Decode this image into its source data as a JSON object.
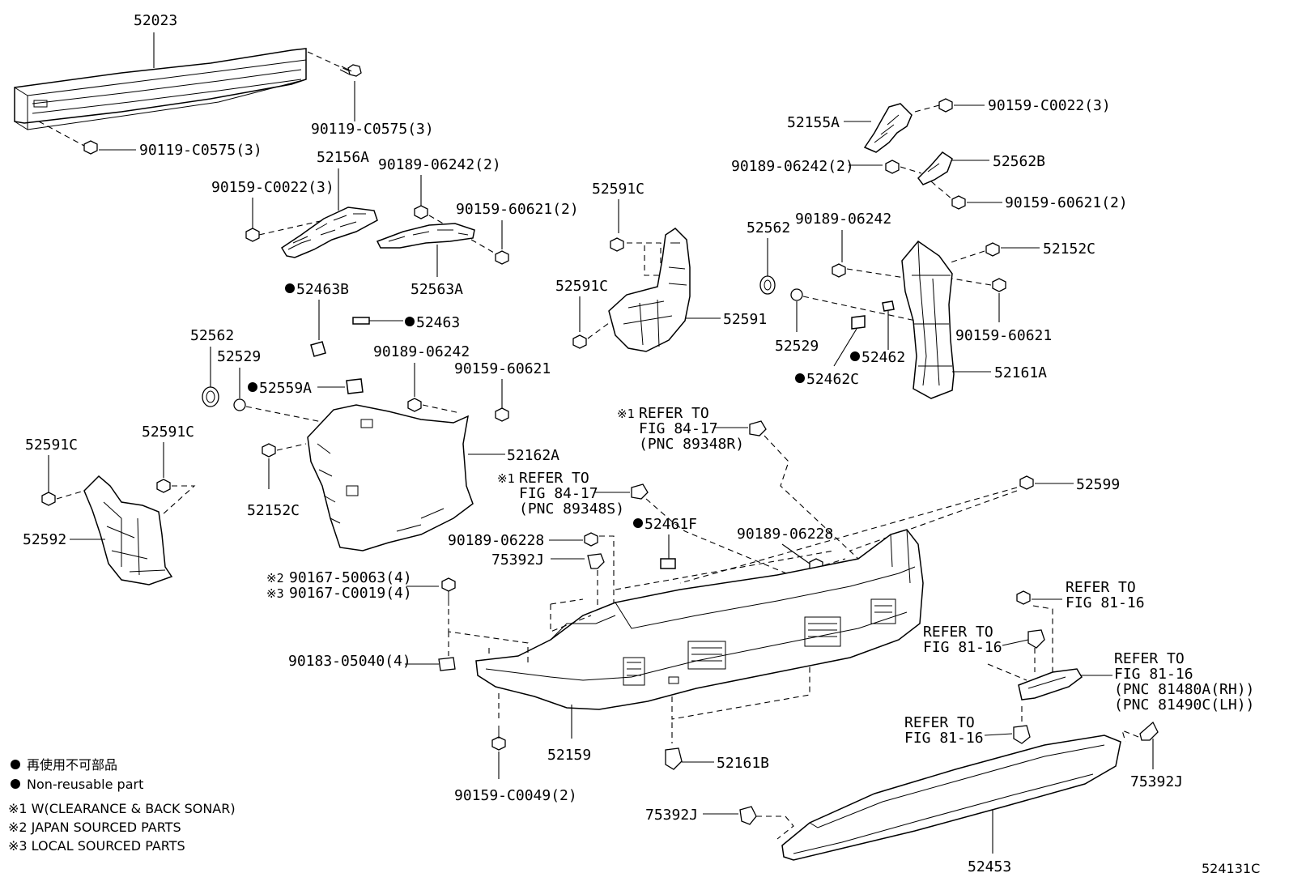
{
  "parts": {
    "p52023": "52023",
    "p90119_a": "90119-C0575(3)",
    "p90119_b": "90119-C0575(3)",
    "p52156A": "52156A",
    "p90159_C0022_l": "90159-C0022(3)",
    "p90189_06242_2l": "90189-06242(2)",
    "p90159_60621_2l": "90159-60621(2)",
    "p52563A": "52563A",
    "p52463B": "52463B",
    "p52463": "52463",
    "p52562_l": "52562",
    "p52529_l": "52529",
    "p52559A": "52559A",
    "p90189_06242_c": "90189-06242",
    "p90159_60621_c": "90159-60621",
    "p52162A": "52162A",
    "p52591C_ll": "52591C",
    "p52591C_lr": "52591C",
    "p52592": "52592",
    "p52152C_l": "52152C",
    "p52591C_m1": "52591C",
    "p52591C_m2": "52591C",
    "p52591": "52591",
    "p52155A": "52155A",
    "p90159_C0022_r": "90159-C0022(3)",
    "p90189_06242_2r": "90189-06242(2)",
    "p52562B": "52562B",
    "p90159_60621_2r": "90159-60621(2)",
    "p52562_r": "52562",
    "p90189_06242_r": "90189-06242",
    "p52152C_r": "52152C",
    "p52529_r": "52529",
    "p90159_60621_r": "90159-60621",
    "p52462": "52462",
    "p52462C": "52462C",
    "p52161A": "52161A",
    "p52599": "52599",
    "p52461F": "52461F",
    "p90189_06228_l": "90189-06228",
    "p75392J_m": "75392J",
    "p90189_06228_r": "90189-06228",
    "p90167_50063": "90167-50063(4)",
    "p90167_C0019": "90167-C0019(4)",
    "p90183_05040": "90183-05040(4)",
    "p52159": "52159",
    "p90159_C0049": "90159-C0049(2)",
    "p52161B": "52161B",
    "p75392J_b": "75392J",
    "p75392J_r": "75392J",
    "p52453": "52453"
  },
  "markers": {
    "x1": "※1",
    "x2": "※2",
    "x3": "※3"
  },
  "refs": {
    "r1_line1": "REFER TO",
    "r1_line2": "FIG 84-17",
    "r1_line3": "(PNC 89348R)",
    "r2_line1": "REFER TO",
    "r2_line2": "FIG 84-17",
    "r2_line3": "(PNC 89348S)",
    "r3_line1": "REFER TO",
    "r3_line2": "FIG 81-16",
    "r4_line1": "REFER TO",
    "r4_line2": "FIG 81-16",
    "r5_line1": "REFER TO",
    "r5_line2": "FIG 81-16",
    "r5_line3": "(PNC 81480A(RH))",
    "r5_line4": "(PNC 81490C(LH))",
    "r6_line1": "REFER TO",
    "r6_line2": "FIG 81-16"
  },
  "legend": {
    "jp": "再使用不可部品",
    "en": "Non-reusable part",
    "note1": "※1 W(CLEARANCE & BACK SONAR)",
    "note2": "※2 JAPAN SOURCED PARTS",
    "note3": "※3 LOCAL SOURCED PARTS"
  },
  "figure_id": "524131C"
}
